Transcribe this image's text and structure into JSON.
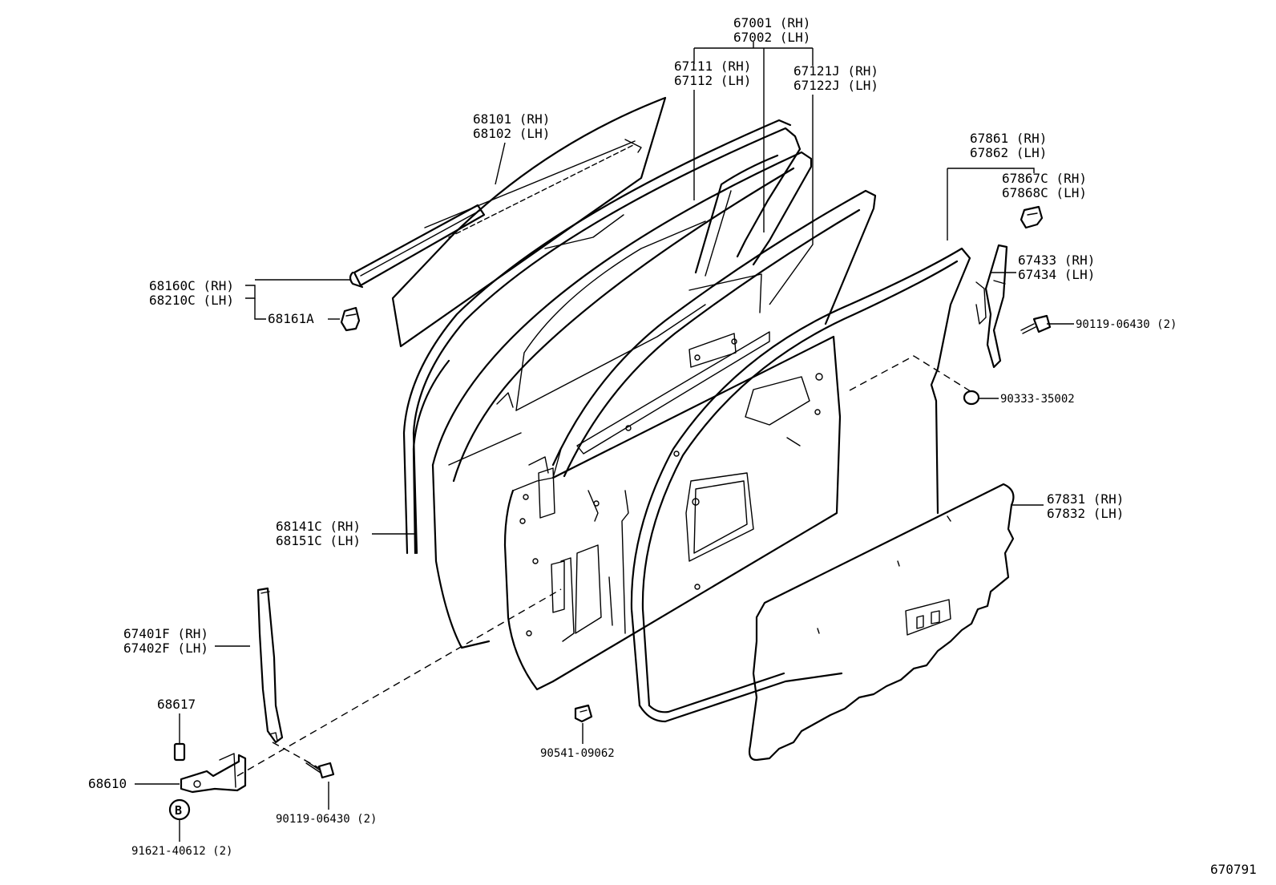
{
  "diagram_id": "670791",
  "labels": {
    "door_panel": [
      "67001 (RH)",
      "67002 (LH)"
    ],
    "outer_weatherstrip": [
      "67111 (RH)",
      "67112 (LH)"
    ],
    "inner_weatherstrip": [
      "67121J (RH)",
      "67122J (LH)"
    ],
    "glass": [
      "68101 (RH)",
      "68102 (LH)"
    ],
    "door_seal": [
      "67861 (RH)",
      "67862 (LH)"
    ],
    "seal_clip": [
      "67867C (RH)",
      "67868C (LH)"
    ],
    "bracket": [
      "67433 (RH)",
      "67434 (LH)"
    ],
    "bolt_top": "90119-06430 (2)",
    "plug": "90333-35002",
    "glass_channel": [
      "68160C (RH)",
      "68210C (LH)"
    ],
    "channel_clip": "68161A",
    "run_channel": [
      "68141C (RH)",
      "68151C (LH)"
    ],
    "service_hole_cover": [
      "67831 (RH)",
      "67832 (LH)"
    ],
    "rear_channel": [
      "67401F (RH)",
      "67402F (LH)"
    ],
    "pin": "68617",
    "check": "68610",
    "symbol_b": "B",
    "screw": "91621-40612 (2)",
    "bolt_bottom": "90119-06430 (2)",
    "clip_bottom": "90541-09062"
  }
}
